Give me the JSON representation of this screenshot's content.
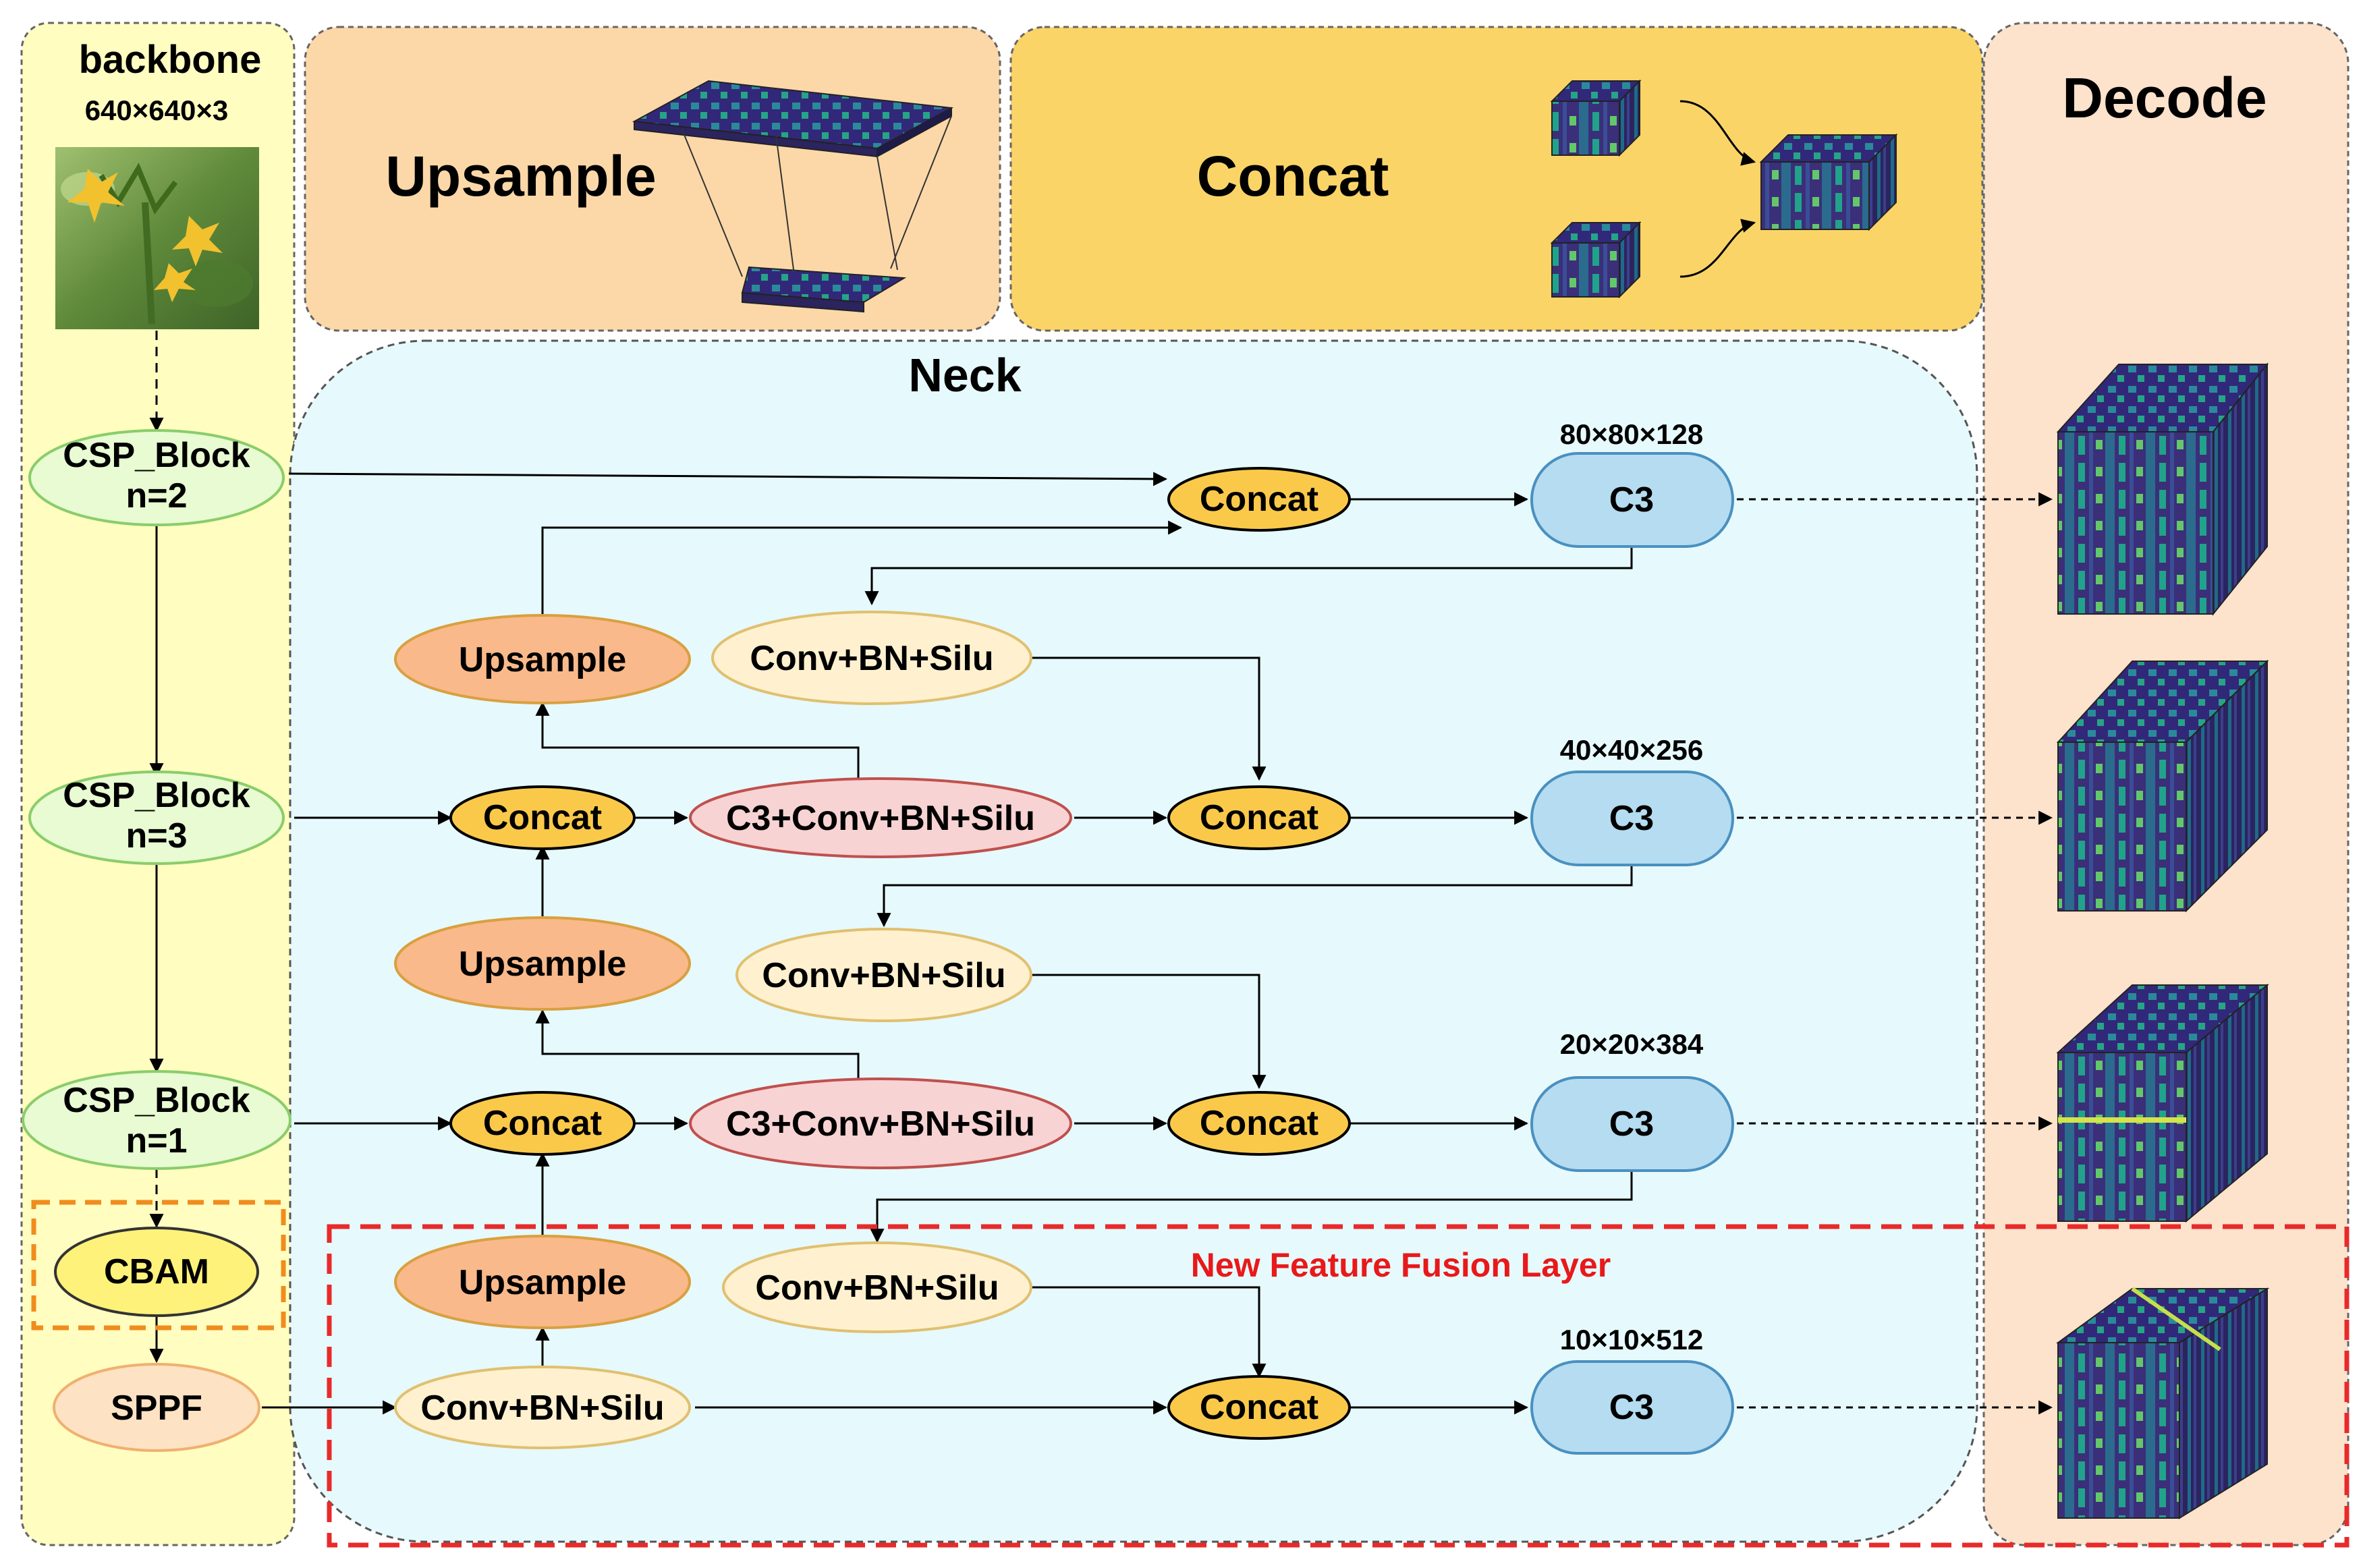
{
  "colors": {
    "backbone_fill": "#fffdc0",
    "upsample_panel_fill": "#fcd8a8",
    "concat_panel_fill": "#fbd468",
    "neck_fill": "#e6f9fc",
    "decode_fill": "#fde2cc",
    "csp_fill": "#e8fbd2",
    "csp_stroke": "#8acd6a",
    "cbam_fill": "#fff27a",
    "sppf_fill": "#fde2c4",
    "sppf_stroke": "#f0b070",
    "upsample_fill": "#f9b98a",
    "upsample_stroke": "#d9a040",
    "conv_fill": "#fff1cf",
    "conv_stroke": "#e0c070",
    "concat_fill": "#fbc94a",
    "c3conv_fill": "#f8d3d3",
    "c3conv_stroke": "#c0504d",
    "c3_fill": "#b5dcf0",
    "c3_stroke": "#4a90c0",
    "cbam_box_stroke": "#f08c1c",
    "fusion_box_stroke": "#e82a2a",
    "fusion_text": "#e8191a"
  },
  "backbone": {
    "title": "backbone",
    "input_size": "640×640×3",
    "csp1": {
      "line1": "CSP_Block",
      "line2": "n=2"
    },
    "csp2": {
      "line1": "CSP_Block",
      "line2": "n=3"
    },
    "csp3": {
      "line1": "CSP_Block",
      "line2": "n=1"
    },
    "cbam": "CBAM",
    "sppf": "SPPF"
  },
  "legend": {
    "upsample_title": "Upsample",
    "concat_title": "Concat"
  },
  "neck": {
    "title": "Neck",
    "fusion_label": "New Feature Fusion Layer",
    "concat_label": "Concat",
    "c3_label": "C3",
    "upsample_label": "Upsample",
    "conv_label": "Conv+BN+Silu",
    "c3conv_label": "C3+Conv+BN+Silu",
    "sizes": [
      "80×80×128",
      "40×40×256",
      "20×20×384",
      "10×10×512"
    ]
  },
  "decode": {
    "title": "Decode"
  }
}
